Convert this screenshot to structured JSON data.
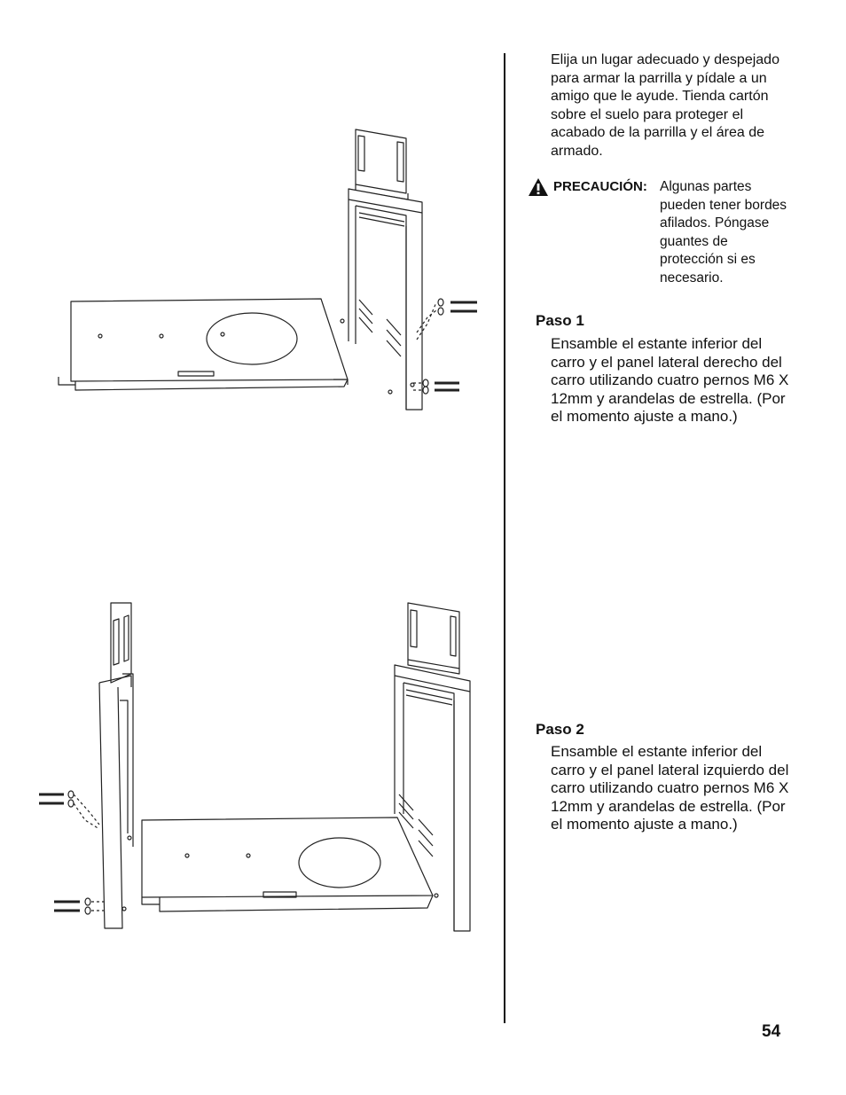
{
  "intro": "Elija un lugar adecuado y despejado para armar la parrilla y pídale a un amigo que le ayude. Tienda cartón sobre el suelo para proteger el acabado de la parrilla y el área de armado.",
  "caution": {
    "icon": "warning-triangle-icon",
    "label": "PRECAUCIÓN:",
    "text": "Algunas partes pueden tener bordes afilados. Póngase guantes de protección si es necesario."
  },
  "steps": [
    {
      "title": "Paso 1",
      "text": "Ensamble el estante inferior del carro y el panel lateral derecho del carro utilizando cuatro pernos M6 X 12mm y arandelas de estrella. (Por el momento ajuste a mano.)"
    },
    {
      "title": "Paso 2",
      "text": "Ensamble el estante inferior del carro y el panel lateral izquierdo del carro utilizando cuatro pernos M6 X 12mm y arandelas de estrella. (Por el momento ajuste a mano.)"
    }
  ],
  "page_number": "54"
}
